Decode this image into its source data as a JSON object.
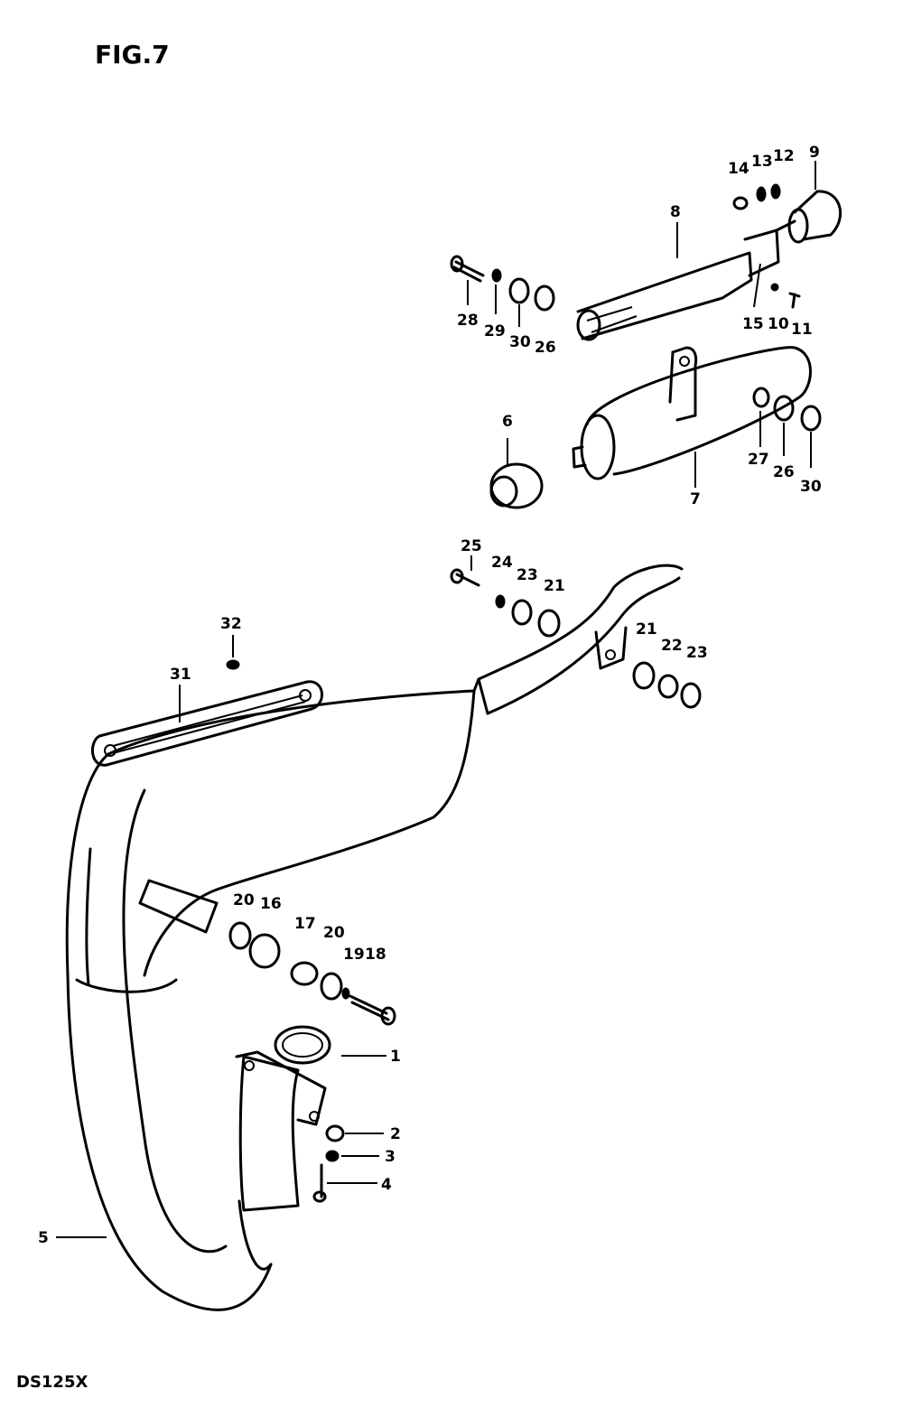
{
  "title": "FIG.7",
  "model": "DS125X",
  "part_numbers": [
    "1",
    "2",
    "3",
    "4",
    "5",
    "6",
    "7",
    "8",
    "9",
    "10",
    "11",
    "12",
    "13",
    "14",
    "15",
    "16",
    "17",
    "18",
    "19",
    "20",
    "20",
    "21",
    "21",
    "22",
    "23",
    "23",
    "24",
    "25",
    "26",
    "26",
    "27",
    "28",
    "29",
    "30",
    "30",
    "31",
    "32"
  ]
}
